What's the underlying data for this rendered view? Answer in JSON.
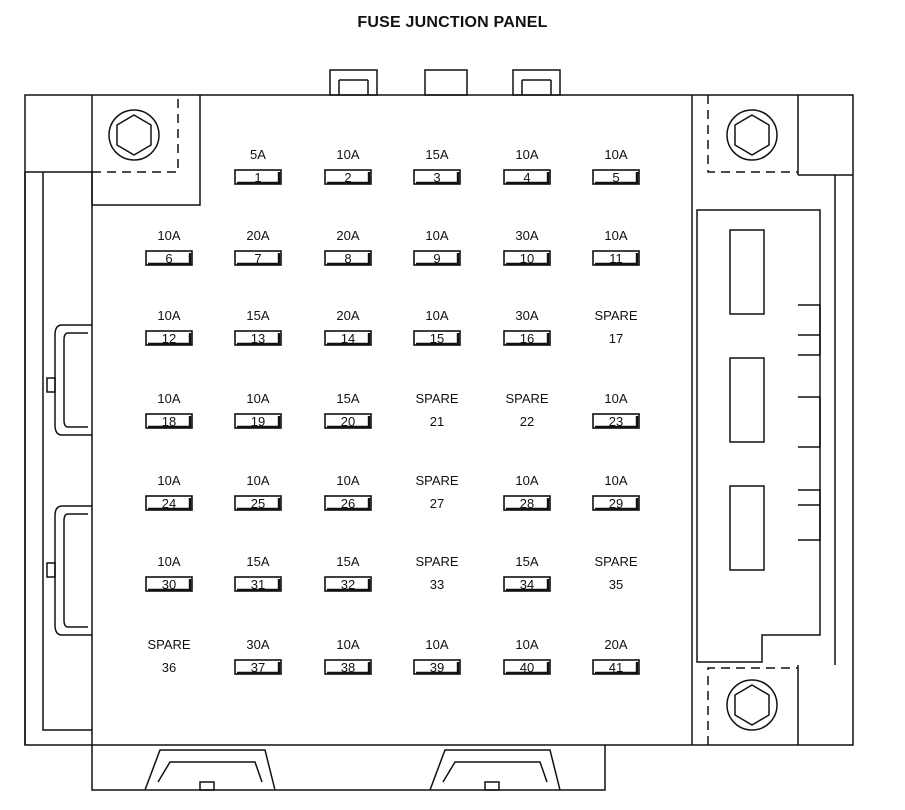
{
  "title": "FUSE JUNCTION PANEL",
  "fuses": [
    {
      "number": "1",
      "rating": "5A"
    },
    {
      "number": "2",
      "rating": "10A"
    },
    {
      "number": "3",
      "rating": "15A"
    },
    {
      "number": "4",
      "rating": "10A"
    },
    {
      "number": "5",
      "rating": "10A"
    },
    {
      "number": "6",
      "rating": "10A"
    },
    {
      "number": "7",
      "rating": "20A"
    },
    {
      "number": "8",
      "rating": "20A"
    },
    {
      "number": "9",
      "rating": "10A"
    },
    {
      "number": "10",
      "rating": "30A"
    },
    {
      "number": "11",
      "rating": "10A"
    },
    {
      "number": "12",
      "rating": "10A"
    },
    {
      "number": "13",
      "rating": "15A"
    },
    {
      "number": "14",
      "rating": "20A"
    },
    {
      "number": "15",
      "rating": "10A"
    },
    {
      "number": "16",
      "rating": "30A"
    },
    {
      "number": "17",
      "rating": "SPARE"
    },
    {
      "number": "18",
      "rating": "10A"
    },
    {
      "number": "19",
      "rating": "10A"
    },
    {
      "number": "20",
      "rating": "15A"
    },
    {
      "number": "21",
      "rating": "SPARE"
    },
    {
      "number": "22",
      "rating": "SPARE"
    },
    {
      "number": "23",
      "rating": "10A"
    },
    {
      "number": "24",
      "rating": "10A"
    },
    {
      "number": "25",
      "rating": "10A"
    },
    {
      "number": "26",
      "rating": "10A"
    },
    {
      "number": "27",
      "rating": "SPARE"
    },
    {
      "number": "28",
      "rating": "10A"
    },
    {
      "number": "29",
      "rating": "10A"
    },
    {
      "number": "30",
      "rating": "10A"
    },
    {
      "number": "31",
      "rating": "15A"
    },
    {
      "number": "32",
      "rating": "15A"
    },
    {
      "number": "33",
      "rating": "SPARE"
    },
    {
      "number": "34",
      "rating": "15A"
    },
    {
      "number": "35",
      "rating": "SPARE"
    },
    {
      "number": "36",
      "rating": "SPARE"
    },
    {
      "number": "37",
      "rating": "30A"
    },
    {
      "number": "38",
      "rating": "10A"
    },
    {
      "number": "39",
      "rating": "10A"
    },
    {
      "number": "40",
      "rating": "10A"
    },
    {
      "number": "41",
      "rating": "20A"
    }
  ]
}
